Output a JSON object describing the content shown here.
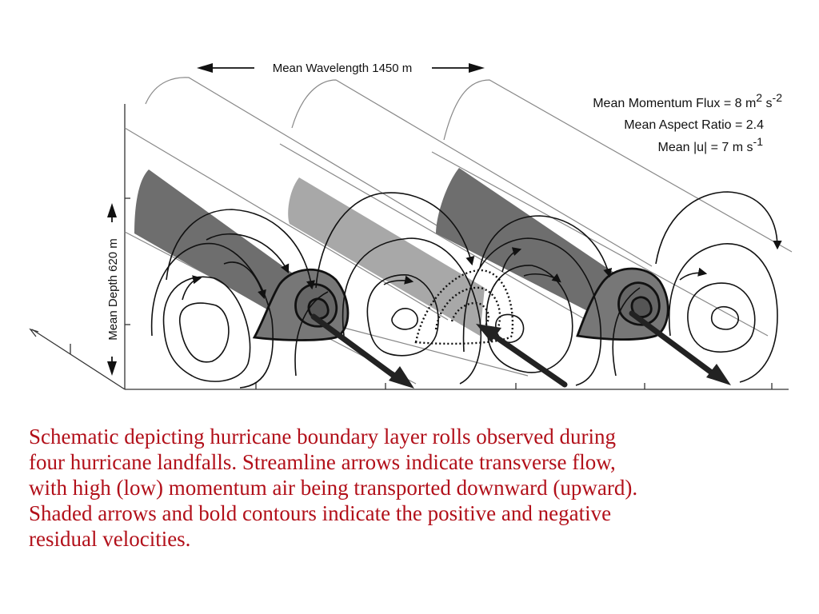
{
  "labels": {
    "wavelength": "Mean Wavelength 1450 m",
    "depth": "Mean Depth 620 m",
    "flux_text": "Mean Momentum Flux = 8 m",
    "flux_sup1": "2",
    "flux_unit": " s",
    "flux_sup2": "-2",
    "aspect": "Mean Aspect Ratio = 2.4",
    "u_text": "Mean |u| = 7 m s",
    "u_sup": "-1"
  },
  "caption": {
    "line1": "Schematic depicting hurricane boundary layer rolls observed during",
    "line2": "four hurricane landfalls. Streamline arrows indicate transverse flow,",
    "line3": "with high (low) momentum air being transported downward (upward).",
    "line4": "Shaded arrows and bold contours indicate the positive and negative",
    "line5": "residual velocities."
  },
  "colors": {
    "caption": "#b2101a",
    "dark_band": "#6e6e6e",
    "light_band": "#a8a8a8",
    "line": "#111111"
  }
}
